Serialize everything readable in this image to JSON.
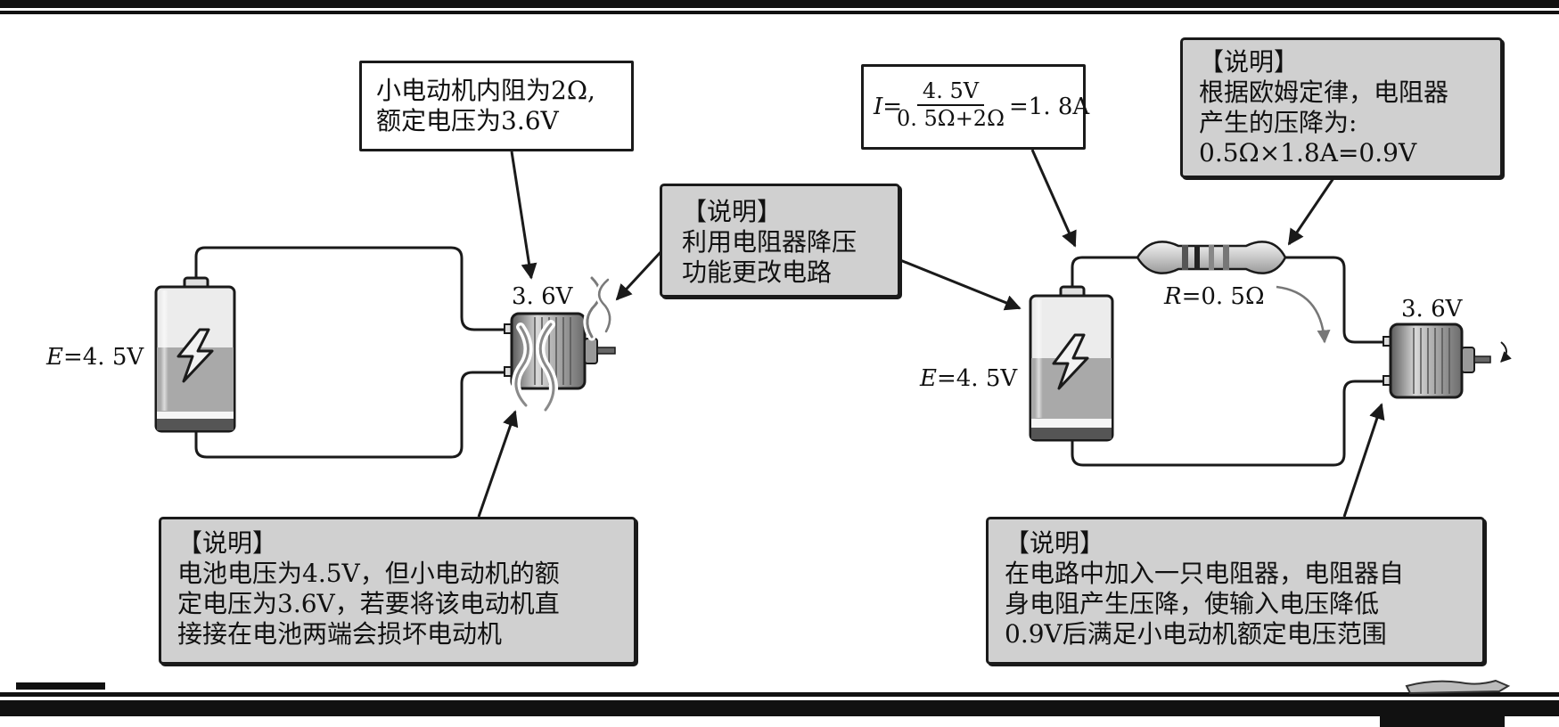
{
  "left_circuit": {
    "source_label": "E=4. 5V",
    "motor_voltage": "3. 6V",
    "motor_note": {
      "line1": "小电动机内阻为2Ω,",
      "line2": "额定电压为3.6V"
    },
    "explanation": {
      "title": "【说明】",
      "line1": "电池电压为4.5V，但小电动机的额",
      "line2": "定电压为3.6V，若要将该电动机直",
      "line3": "接接在电池两端会损坏电动机"
    }
  },
  "middle_note": {
    "title": "【说明】",
    "line1": "利用电阻器降压",
    "line2": "功能更改电路"
  },
  "right_circuit": {
    "source_label": "E=4. 5V",
    "resistor_label": "R=0. 5Ω",
    "motor_voltage": "3. 6V",
    "current_formula": {
      "lhs": "I=",
      "numerator": "4. 5V",
      "denominator": "0. 5Ω+2Ω",
      "result": "=1. 8A"
    },
    "drop_note": {
      "title": "【说明】",
      "line1": "根据欧姆定律，电阻器",
      "line2": "产生的压降为:",
      "line3": "0.5Ω×1.8A=0.9V"
    },
    "explanation": {
      "title": "【说明】",
      "line1": "在电路中加入一只电阻器，电阻器自",
      "line2": "身电阻产生压降，使输入电压降低",
      "line3": "0.9V后满足小电动机额定电压范围"
    }
  },
  "colors": {
    "box_fill": "#d0d0d0",
    "line": "#1a1a1a",
    "battery_top": "#e8e8e8",
    "battery_mid": "#a9a9a9"
  }
}
